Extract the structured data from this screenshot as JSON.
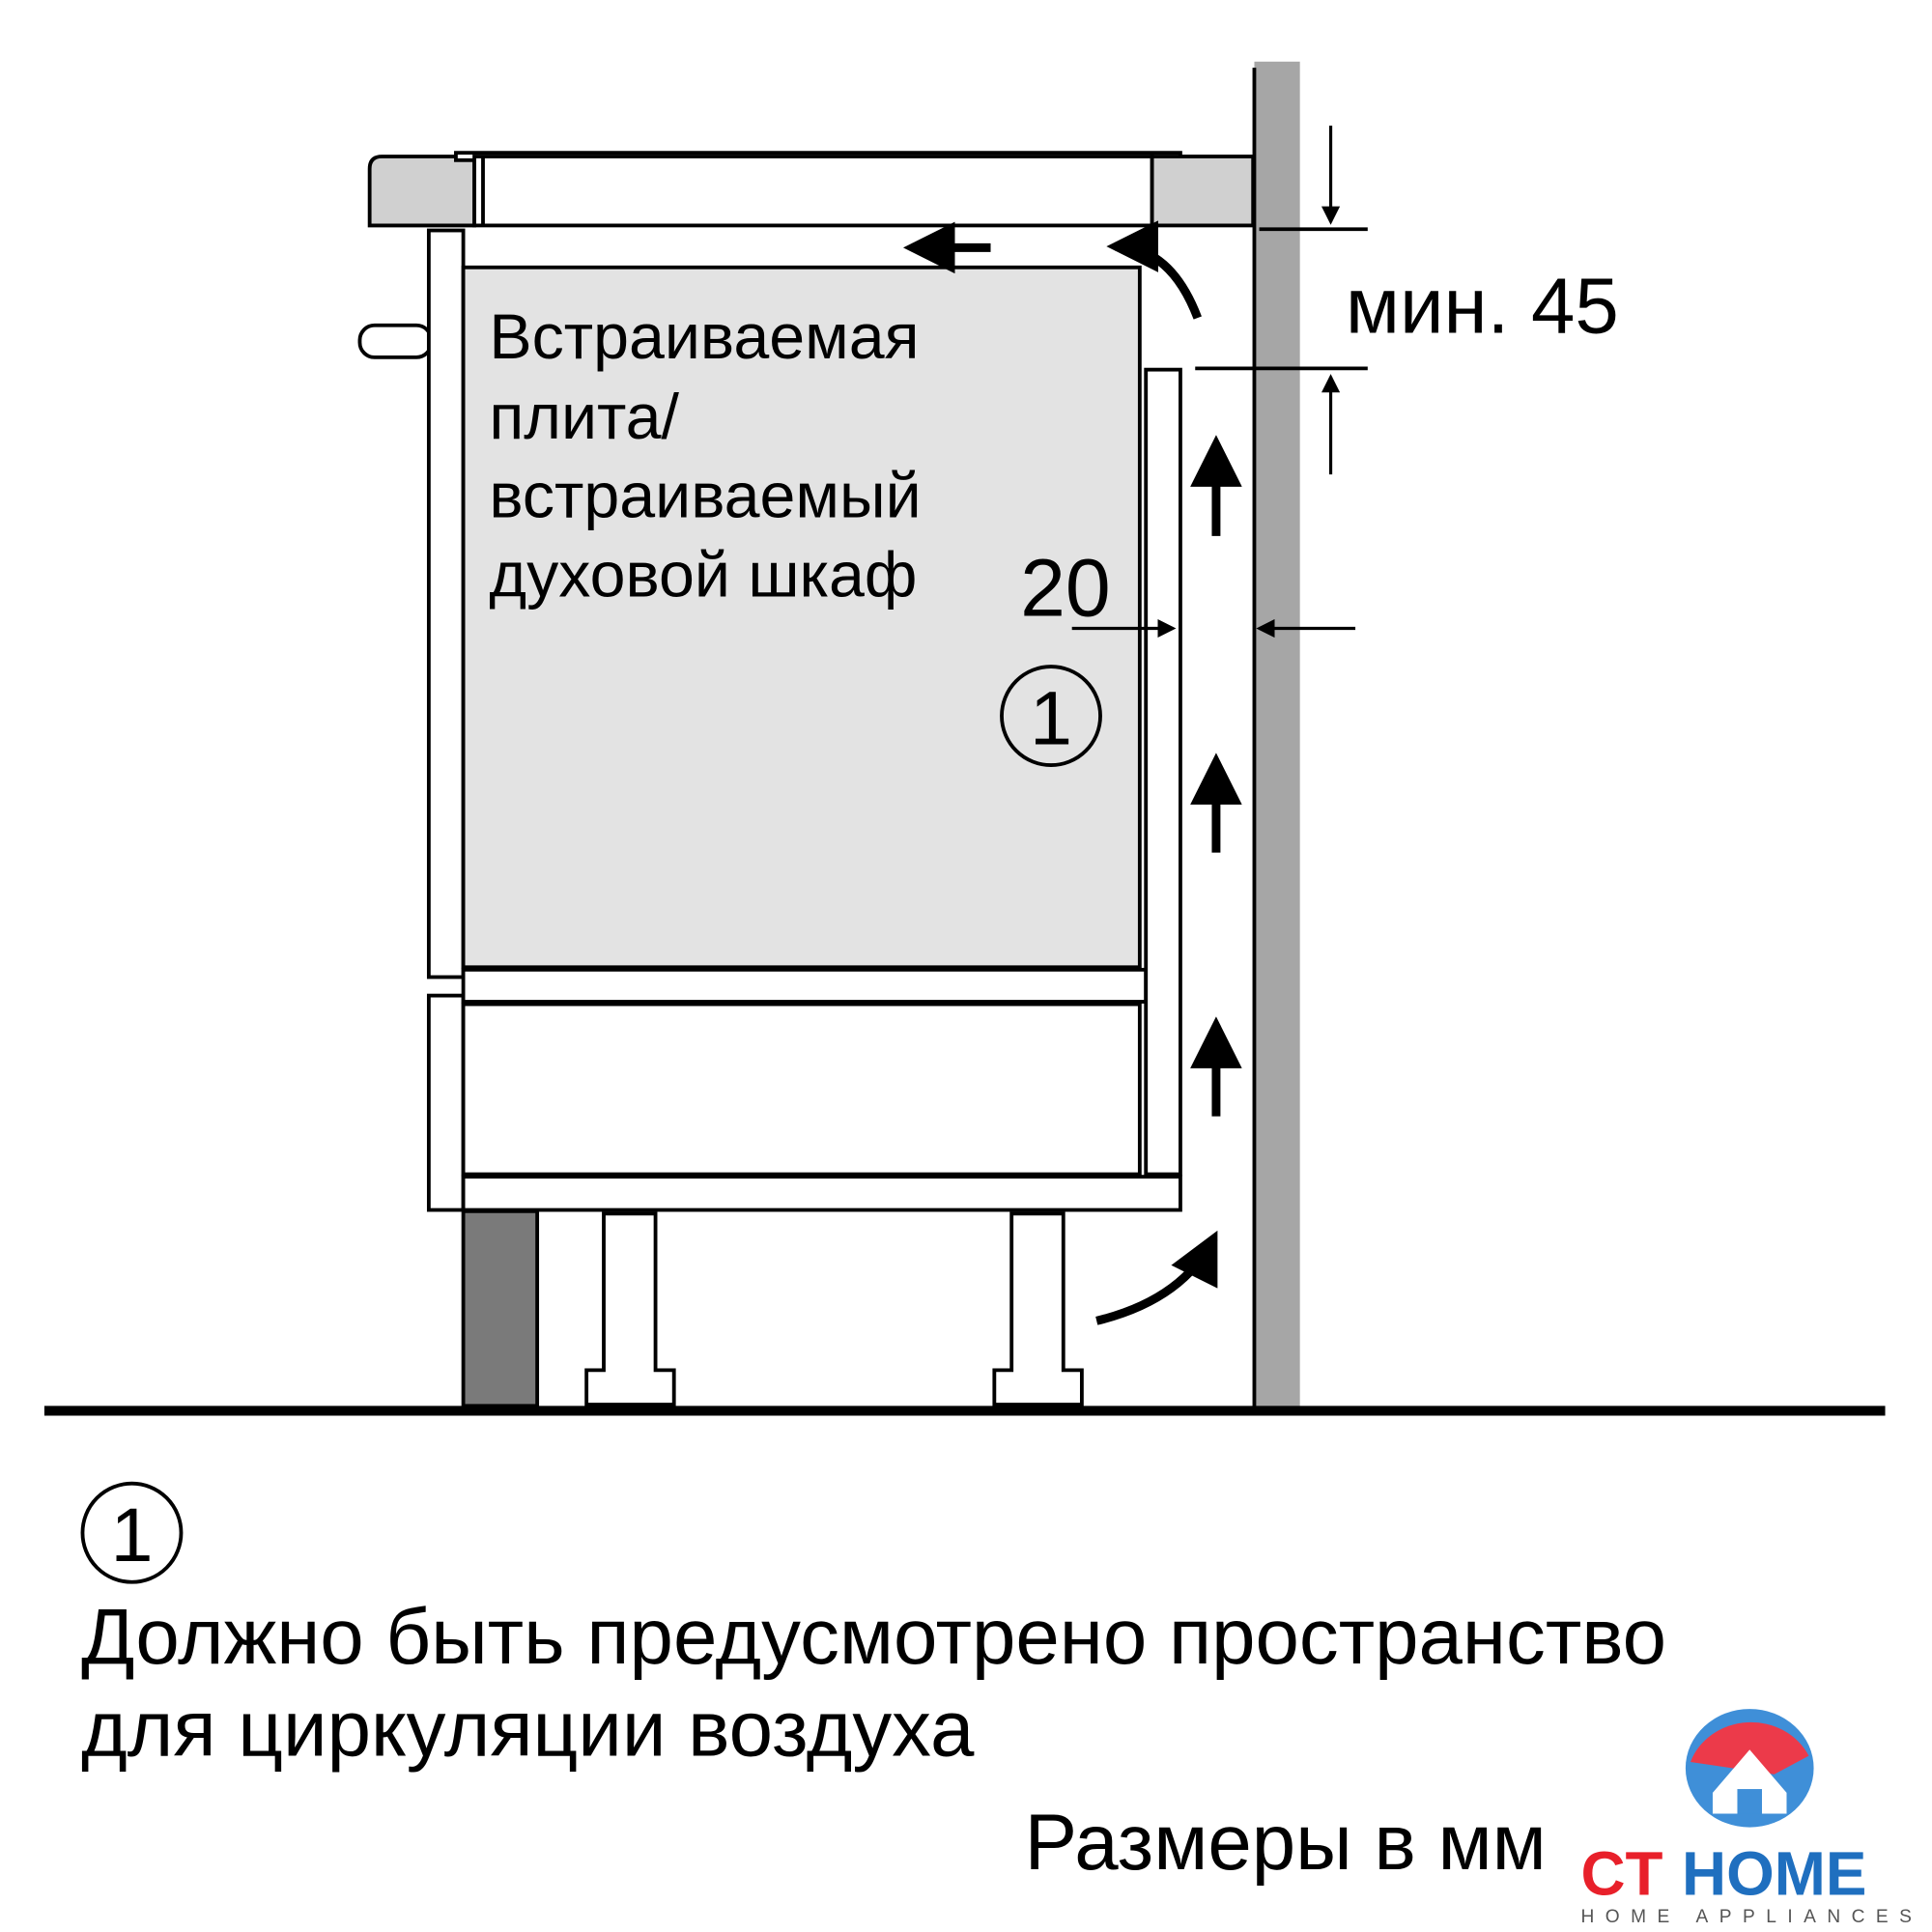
{
  "diagram": {
    "appliance_label": [
      "Встраиваемая",
      "плита/",
      "встраиваемый",
      "духовой шкаф"
    ],
    "gap_side": "20",
    "gap_top": "мин. 45",
    "callout_marker": "1"
  },
  "legend": {
    "marker": "1",
    "lines": [
      "Должно быть предусмотрено пространство",
      "для циркуляции воздуха"
    ],
    "units_note": "Размеры в мм"
  },
  "watermark": {
    "brand_left": "CT",
    "brand_right": "HOME",
    "tagline": "HOME APPLIANCES",
    "colors": {
      "red": "#e8202a",
      "blue": "#1f6fbf",
      "orange": "#f07a3a"
    }
  },
  "colors": {
    "panel_gray": "#e3e3e3",
    "wall_gray": "#a6a6a6",
    "leg_gray": "#7a7a7a",
    "countertop_gray": "#d0d0d0"
  }
}
